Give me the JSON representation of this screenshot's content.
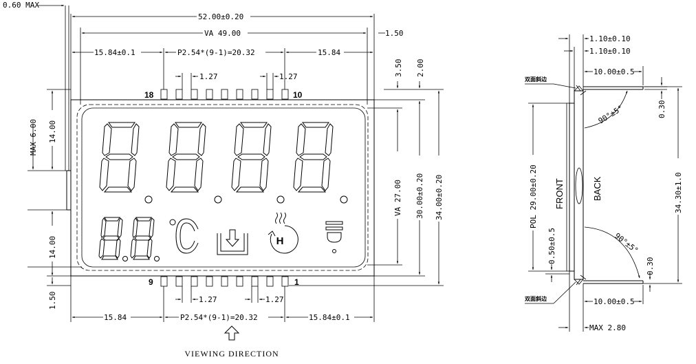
{
  "front_view": {
    "labels": {
      "thickness_max": "0.60 MAX",
      "outline_width": "52.00±0.20",
      "va_width": "VA 49.00",
      "right_margin": "1.50",
      "left_pitch_offset": "15.84±0.1",
      "pin_pitch_top": "P2.54*(9-1)=20.32",
      "right_pitch_offset_top": "15.84",
      "pin_w_top_left": "1.27",
      "pin_w_top_right": "1.27",
      "pin_len_a": "3.50",
      "pin_len_b": "2.00",
      "max_6": "MAX 6.00",
      "left_14_top": "14.00",
      "left_14_bottom": "14.00",
      "va_height": "VA 27.00",
      "glass_height": "30.00±0.20",
      "outline_height": "34.00±0.20",
      "bottom_margin": "1.50",
      "left_pitch_offset_bottom": "15.84",
      "pin_pitch_bottom": "P2.54*(9-1)=20.32",
      "right_pitch_offset_bottom": "15.84±0.1",
      "pin_w_bottom_left": "1.27",
      "pin_w_bottom_right": "1.27",
      "viewing_direction": "VIEWING DIRECTION"
    },
    "pin_numbers": {
      "top_left": "18",
      "top_right": "10",
      "bottom_left": "9",
      "bottom_right": "1"
    },
    "icons": {
      "celsius": "°C",
      "h_symbol": "H"
    }
  },
  "side_view": {
    "labels": {
      "t1": "1.10±0.10",
      "t2": "1.10±0.10",
      "top_len": "10.00±0.5",
      "gap_top": "0.30",
      "angle_top": "90°±5°",
      "pol": "POL 29.00±0.20",
      "front": "FRONT",
      "back": "BACK",
      "total": "34.30±1.0",
      "offset": "0.50±0.5",
      "angle_bottom": "90°±5°",
      "gap_bottom": "0.30",
      "bottom_len": "10.00±0.5",
      "max_thickness": "MAX 2.80",
      "note_top": "双面斜边",
      "note_bottom": "双面斜边"
    }
  }
}
